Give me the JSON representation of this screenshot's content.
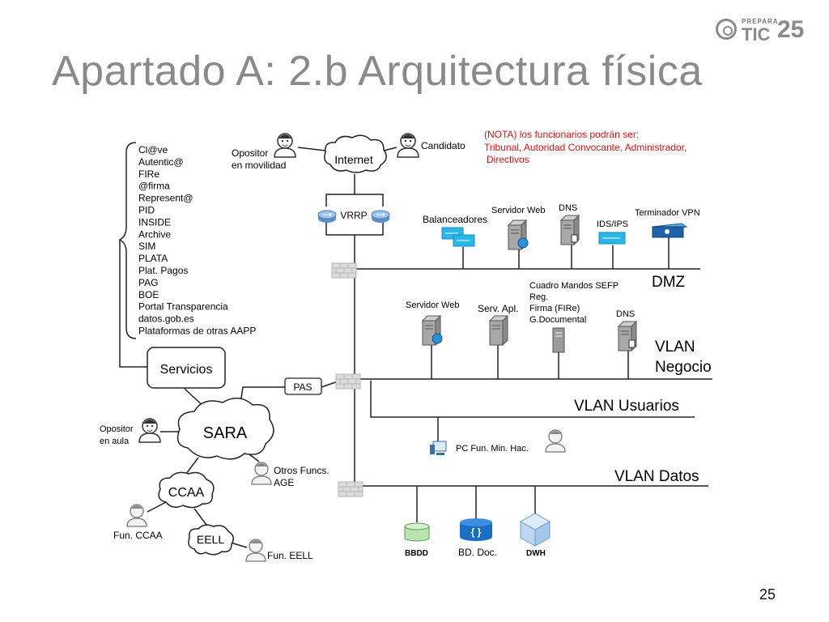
{
  "slide": {
    "title_prefix": "Apartado A",
    "title_colon": ":",
    "title_main": "2.b Arquitectura física",
    "page_number": "25"
  },
  "logo": {
    "prepara": "PREPARA",
    "tic": "TIC",
    "num": "25"
  },
  "note": {
    "line1": "(NOTA) los funcionarios podrán ser:",
    "line2": "Tribunal, Autoridad Convocante, Administrador,",
    "line3": "Directivos",
    "color": "#e01010"
  },
  "services_list": [
    "Cl@ve",
    "Autentic@",
    "FIRe",
    "@firma",
    "Represent@",
    "PID",
    "INSIDE",
    "Archive",
    "SIM",
    "PLATA",
    "Plat. Pagos",
    "PAG",
    "BOE",
    "Portal Transparencia",
    "datos.gob.es",
    "Plataformas de otras AAPP"
  ],
  "nodes": {
    "servicios": "Servicios",
    "internet": "Internet",
    "sara": "SARA",
    "ccaa": "CCAA",
    "eell": "EELL",
    "pas": "PAS",
    "vrrp": "VRRP",
    "balanceadores": "Balanceadores",
    "servidor_web_dmz": "Servidor Web",
    "dns_dmz": "DNS",
    "ids_ips": "IDS/IPS",
    "terminador_vpn": "Terminador VPN",
    "servidor_web_neg": "Servidor Web",
    "serv_apl": "Serv. Apl.",
    "cuadro_l1": "Cuadro Mandos SEFP",
    "cuadro_l2": "Reg.",
    "cuadro_l3": "Firma (FIRe)",
    "cuadro_l4": "G.Documental",
    "dns_neg": "DNS",
    "pc_fun": "PC Fun. Min. Hac.",
    "bbdd": "BBDD",
    "bd_doc": "BD. Doc.",
    "dwh": "DWH"
  },
  "networks": {
    "dmz": "DMZ",
    "vlan_negocio_1": "VLAN",
    "vlan_negocio_2": "Negocio",
    "vlan_usuarios": "VLAN Usuarios",
    "vlan_datos": "VLAN Datos"
  },
  "actors": {
    "opositor_movilidad_1": "Opositor",
    "opositor_movilidad_2": "en movilidad",
    "candidato": "Candidato",
    "opositor_aula_1": "Opositor",
    "opositor_aula_2": "en aula",
    "otros_funcs_1": "Otros Funcs.",
    "otros_funcs_2": "AGE",
    "fun_ccaa": "Fun. CCAA",
    "fun_eell": "Fun. EELL"
  },
  "colors": {
    "line": "#222222",
    "cyan_device": "#29b6e8",
    "server_grey": "#9a9a9a",
    "bd_doc_blue": "#1a6fc4",
    "dwh_light": "#bcd7f0",
    "bbdd_green": "#b9e3b0"
  }
}
